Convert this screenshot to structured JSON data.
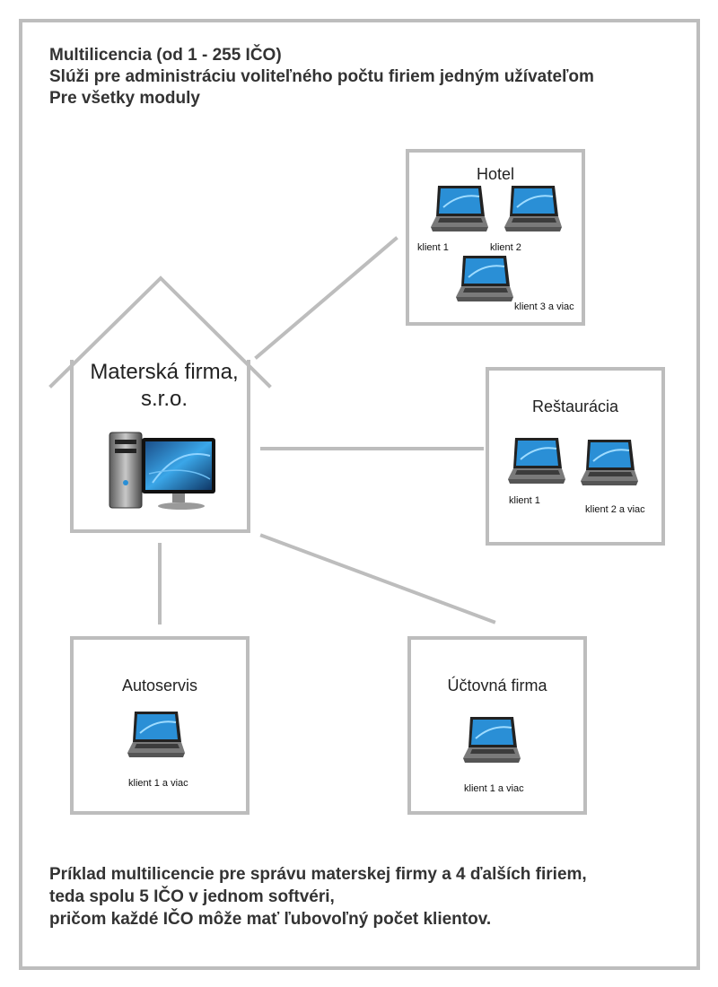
{
  "header": {
    "line1": "Multilicencia (od 1 - 255 IČO)",
    "line2": "Slúži pre administráciu voliteľného počtu firiem jedným užívateľom",
    "line3": "Pre všetky moduly"
  },
  "parent": {
    "line1": "Materská firma,",
    "line2": "s.r.o."
  },
  "hotel": {
    "title": "Hotel",
    "client1": "klient 1",
    "client2": "klient 2",
    "client3": "klient 3 a viac"
  },
  "restauracia": {
    "title": "Reštaurácia",
    "client1": "klient 1",
    "client2": "klient 2 a viac"
  },
  "autoservis": {
    "title": "Autoservis",
    "client1": "klient 1 a viac"
  },
  "uctovna": {
    "title": "Účtovná firma",
    "client1": "klient 1 a viac"
  },
  "footer": {
    "line1": "Príklad multilicencie pre správu materskej firmy a 4 ďalších firiem,",
    "line2": "teda spolu 5 IČO  v jednom softvéri,",
    "line3": "pričom každé IČO môže mať ľubovoľný počet klientov."
  },
  "colors": {
    "border": "#bdbdbd",
    "screen": "#2a8fd6",
    "laptop_body": "#6f6f6f"
  }
}
